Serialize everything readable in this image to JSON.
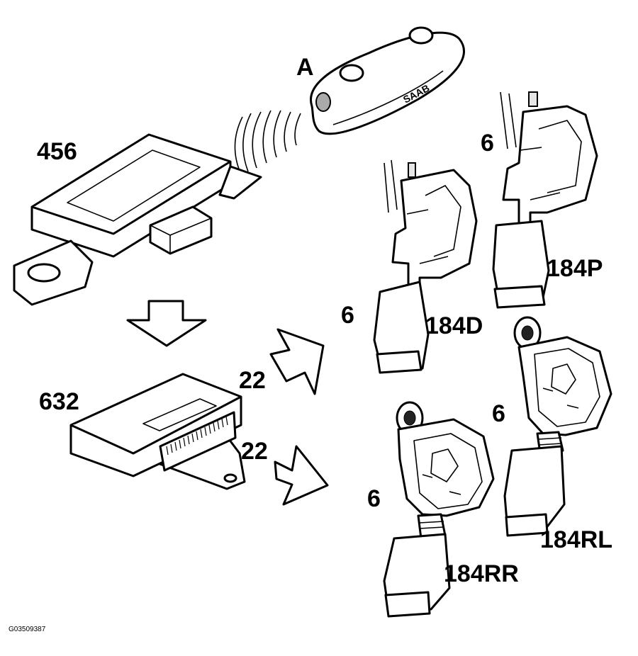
{
  "labels": {
    "remote": "A",
    "receiver": "456",
    "control_module": "632",
    "link_upper": "22",
    "link_lower": "22",
    "motor_driver": "6",
    "motor_passenger": "6",
    "motor_rear_right": "6",
    "motor_rear_left": "6",
    "lock_driver": "184D",
    "lock_passenger": "184P",
    "lock_rear_right": "184RR",
    "lock_rear_left": "184RL"
  },
  "key_fob_brand": "SAAB",
  "figure_code": "G03509387"
}
